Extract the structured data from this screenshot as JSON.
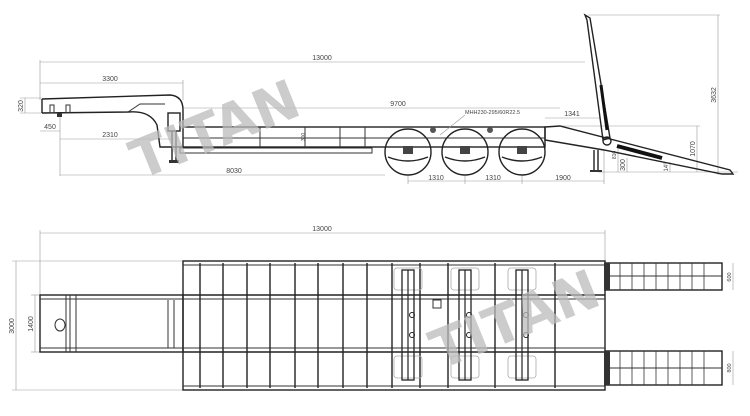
{
  "watermark": "TITAN",
  "side_view": {
    "dimensions": {
      "overall_length": "13000",
      "gooseneck_length": "3300",
      "gooseneck_height": "320",
      "kingpin_offset": "450",
      "kingpin_to_landing_gear": "2310",
      "deck_length": "9700",
      "kingpin_to_first_axle": "8030",
      "axle_spacing_1": "1310",
      "axle_spacing_2": "1310",
      "rear_axle_to_end": "1900",
      "ramp_horizontal": "1341",
      "ramp_raised_height": "3632",
      "deck_height": "1070",
      "small_height_a": "810",
      "small_height_b": "300",
      "ramp_angle": "14°",
      "deck_side_height": "300",
      "tyre_spec": "MHH230-295/60R22.5"
    }
  },
  "top_view": {
    "dimensions": {
      "overall_length": "13000",
      "overall_width": "3000",
      "gooseneck_width": "1400",
      "ramp_width_top": "600",
      "ramp_width_bottom": "800"
    }
  }
}
